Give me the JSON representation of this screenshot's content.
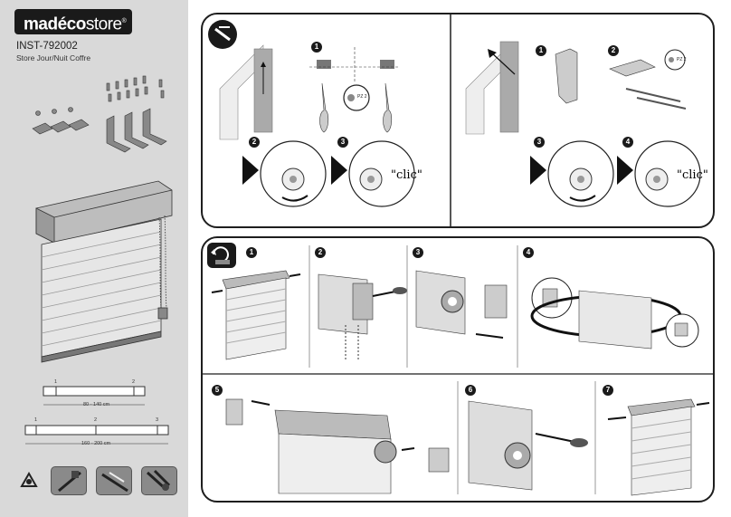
{
  "brand": {
    "name_bold": "madéco",
    "name_light": "store",
    "mark": "®"
  },
  "doc": {
    "code": "INST-792002",
    "title": "Store Jour/Nuit Coffre"
  },
  "screw_label": "PZ 2",
  "steps": [
    "1",
    "2",
    "3",
    "4",
    "5",
    "6",
    "7"
  ],
  "clic_text": "\"clic\"",
  "measurements": {
    "short_range": "80 - 140 cm",
    "long_range": "160 - 200 cm",
    "short_points": [
      "1",
      "2"
    ],
    "long_points": [
      "1",
      "2",
      "3"
    ]
  },
  "icons": [
    "recycle-icon",
    "screwdriver-icon",
    "drill-icon",
    "pliers-icon",
    "crosshead-screw-icon",
    "undo-icon"
  ],
  "colors": {
    "panel_border": "#1e1e1e",
    "sidebar": "#d9d9d9",
    "badge": "#1a1a1a"
  }
}
